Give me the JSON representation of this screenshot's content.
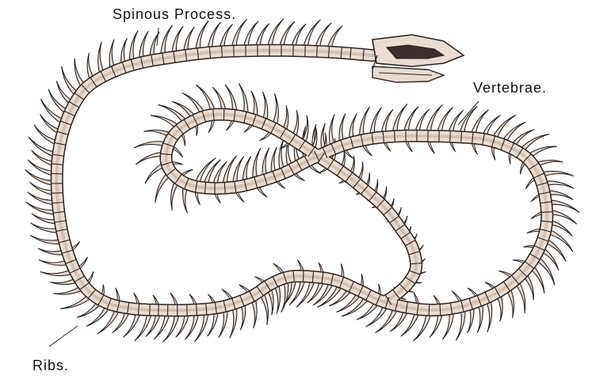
{
  "labels": {
    "spinous_process": "Spinous Process.",
    "vertebrae": "Vertebrae.",
    "ribs": "Ribs."
  },
  "colors": {
    "bone_fill": "#e9dcd2",
    "bone_shade": "#c9b3a6",
    "ink": "#2b2420",
    "background": "#ffffff"
  }
}
